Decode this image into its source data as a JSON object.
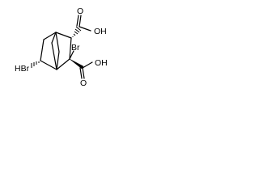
{
  "labels": {
    "cooh_top": "OH",
    "cooh_top_o": "O",
    "cooh_bottom": "OH",
    "cooh_bottom_o": "O",
    "br_ring": "Br",
    "hbr": "HBr"
  }
}
